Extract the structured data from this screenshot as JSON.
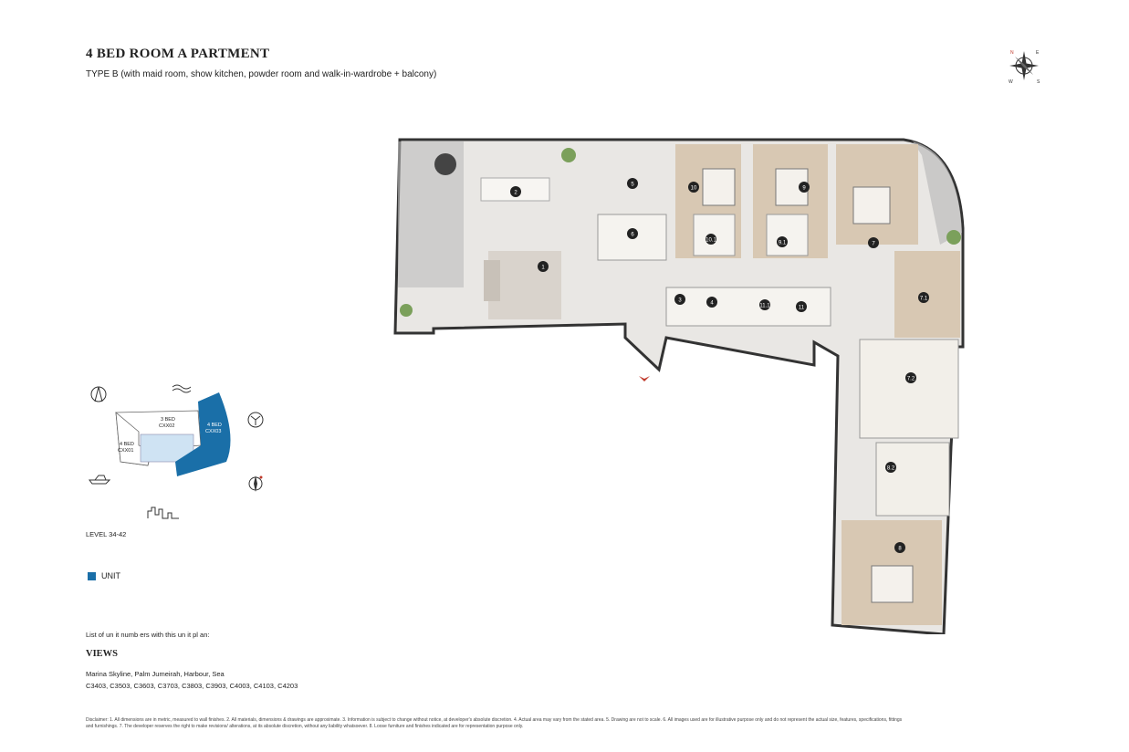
{
  "header": {
    "title": "4 BED ROOM A PARTMENT",
    "subtitle": "TYPE B   (with maid room, show kitchen, powder room and walk-in-wardrobe + balcony)"
  },
  "compass": {
    "labels": [
      "N",
      "E",
      "S",
      "W"
    ]
  },
  "floor_plan": {
    "room_numbers": [
      "1",
      "2",
      "3",
      "4",
      "5",
      "6",
      "7",
      "7.1",
      "7.2",
      "8",
      "8.2",
      "9",
      "9.1",
      "10",
      "10.1",
      "11",
      "11.1"
    ]
  },
  "key_plan": {
    "unit_a_label": "3 BED",
    "unit_a_code": "CXX02",
    "unit_b_label": "4 BED",
    "unit_b_code": "CXX01",
    "unit_c_label": "4 BED",
    "unit_c_code": "CXX03",
    "highlight_color": "#1a6fa8"
  },
  "level": "LEVEL 34-42",
  "legend": {
    "unit_label": "UNIT"
  },
  "list_label": "List of un    it numb  ers with this un    it pl an:",
  "views": {
    "heading": "VIEWS",
    "value": "Marina Skyline, Palm Jumeirah, Harbour, Sea"
  },
  "unit_numbers": "C3403, C3503, C3603, C3703, C3803, C3903, C4003, C4103, C4203",
  "disclaimer": "Disclaimer: 1. All dimensions are in metric, measured to wall finishes. 2. All materials, dimensions & drawings are approximate. 3. Information is subject to change without notice, at developer's absolute discretion. 4. Actual area may vary from the stated area. 5. Drawing are not to scale. 6. All images used are for illustrative purpose only and do not represent the actual size, features, specifications, fittings and furnishings. 7. The developer reserves the right to make revisions/ alterations, at its absolute discretion, without any liability whatsoever. 8. Loose furniture and finishes indicated are for representation purpose only."
}
